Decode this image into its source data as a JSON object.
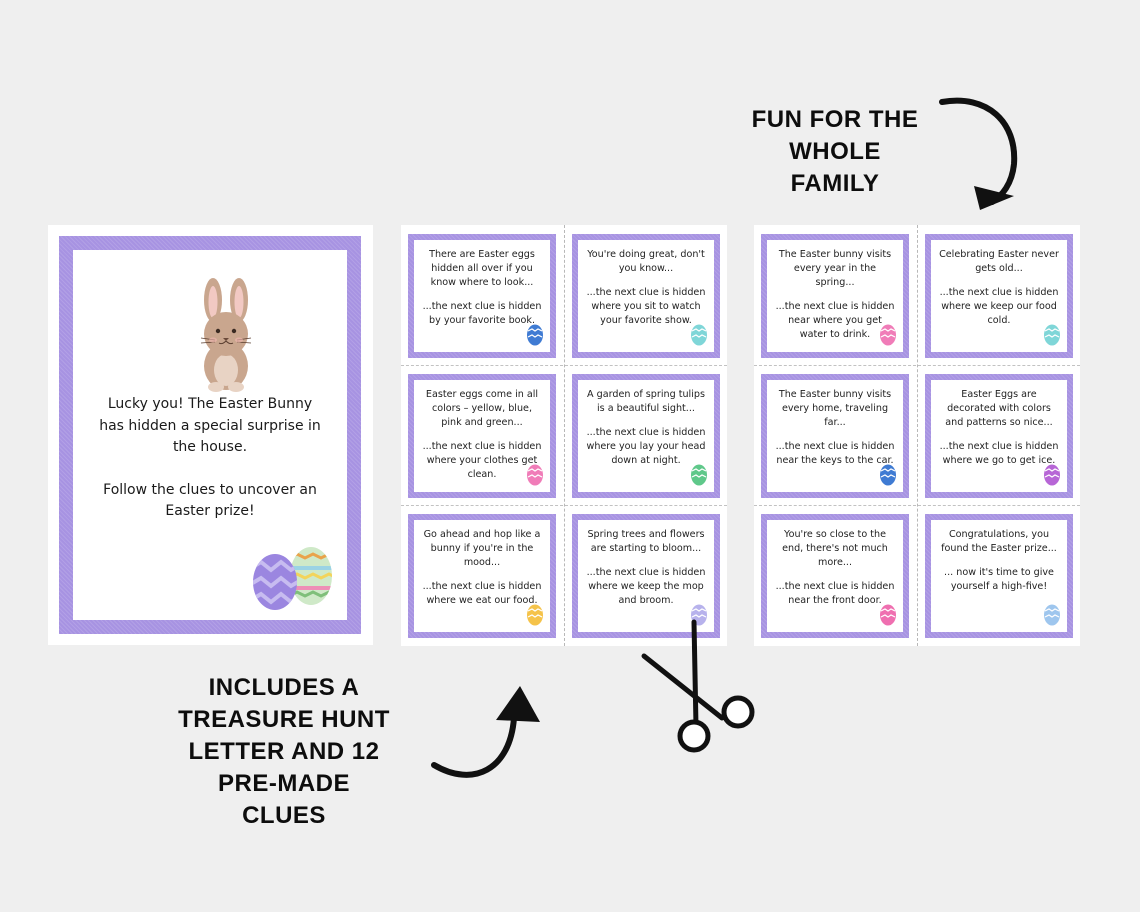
{
  "headlines": {
    "family": [
      "FUN FOR THE",
      "WHOLE",
      "FAMILY"
    ],
    "includes": [
      "INCLUDES A",
      "TREASURE HUNT",
      "LETTER AND 12",
      "PRE-MADE",
      "CLUES"
    ]
  },
  "letter": {
    "paragraph1": [
      "Lucky you! The Easter Bunny",
      "has hidden a special surprise in",
      "the house."
    ],
    "paragraph2": [
      "Follow the clues to uncover an",
      "Easter prize!"
    ]
  },
  "cards_left": [
    {
      "line1": "There are Easter eggs hidden all over if you know where to look...",
      "line2": "...the next clue is hidden by your favorite book.",
      "egg": "#3f7bd3"
    },
    {
      "line1": "You're doing great, don't you know...",
      "line2": "...the next clue is hidden where you sit to watch your favorite show.",
      "egg": "#7fd6d8"
    },
    {
      "line1": "Easter eggs come in all colors – yellow, blue, pink and green...",
      "line2": "...the next clue is hidden where your clothes get clean.",
      "egg": "#f07cb8"
    },
    {
      "line1": "A garden of spring tulips is a beautiful sight...",
      "line2": "...the next clue is hidden where you lay your head down at night.",
      "egg": "#5fc88a"
    },
    {
      "line1": "Go ahead and hop like a bunny if you're in the mood...",
      "line2": "...the next clue is hidden where we eat our food.",
      "egg": "#f5c34a"
    },
    {
      "line1": "Spring trees and flowers are starting to bloom...",
      "line2": "...the next clue is hidden where we keep the mop and broom.",
      "egg": "#b7b2ec"
    }
  ],
  "cards_right": [
    {
      "line1": "The Easter bunny visits every year in the spring...",
      "line2": "...the next clue is hidden near where you get water to drink.",
      "egg": "#f07cb8"
    },
    {
      "line1": "Celebrating Easter never gets old...",
      "line2": "...the next clue is hidden where we keep our food cold.",
      "egg": "#7fd6d8"
    },
    {
      "line1": "The Easter bunny visits every home, traveling far...",
      "line2": "...the next clue is hidden near the keys to the car.",
      "egg": "#3f7bd3"
    },
    {
      "line1": "Easter Eggs are decorated with colors and patterns so nice...",
      "line2": "...the next clue is hidden where we go to get ice.",
      "egg": "#b766d6"
    },
    {
      "line1": "You're so close to the end, there's not much more...",
      "line2": "...the next clue is hidden near the front door.",
      "egg": "#ef6fb0"
    },
    {
      "line1": "Congratulations, you found the Easter prize...",
      "line2": "... now it's time to give yourself a high-five!",
      "egg": "#9ec6ee"
    }
  ]
}
